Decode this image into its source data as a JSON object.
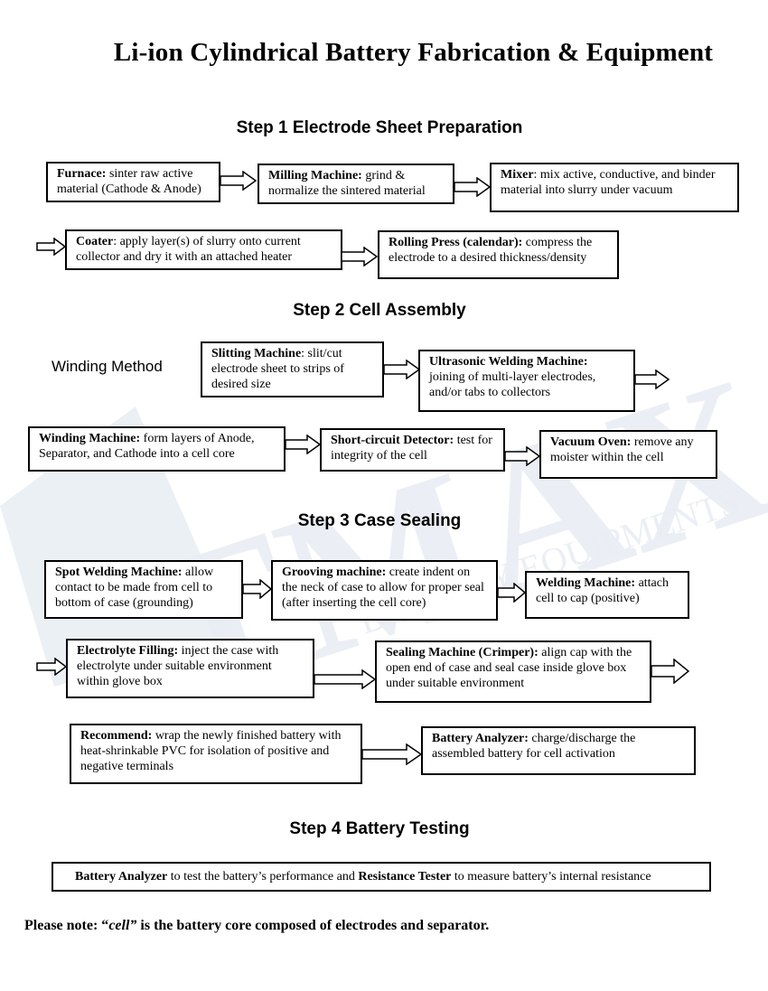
{
  "title": "Li-ion Cylindrical Battery Fabrication & Equipment",
  "watermark": {
    "brand": "TMAX",
    "sub": "BATTERY EQUIPMENTS",
    "color": "#e9eef4"
  },
  "steps": {
    "s1": "Step 1 Electrode Sheet Preparation",
    "s2": "Step 2 Cell Assembly",
    "s3": "Step 3 Case Sealing",
    "s4": "Step 4 Battery Testing"
  },
  "winding_method": "Winding Method",
  "boxes": {
    "furnace": {
      "name": "Furnace:",
      "desc": " sinter raw active material (Cathode & Anode)"
    },
    "milling": {
      "name": "Milling Machine:",
      "desc": " grind & normalize the sintered material"
    },
    "mixer": {
      "name": "Mixer",
      "desc": ": mix active, conductive, and binder material into slurry under vacuum"
    },
    "coater": {
      "name": "Coater",
      "desc": ": apply layer(s) of slurry onto current collector and dry it with an attached heater"
    },
    "rolling": {
      "name": "Rolling Press (calendar):",
      "desc": " compress the electrode to a desired thickness/density"
    },
    "slitting": {
      "name": "Slitting Machine",
      "desc": ": slit/cut electrode sheet to strips of desired size"
    },
    "ultrasonic": {
      "name": "Ultrasonic Welding Machine:",
      "desc": " joining of multi-layer electrodes, and/or tabs to collectors"
    },
    "winding": {
      "name": "Winding Machine:",
      "desc": " form layers of Anode, Separator, and Cathode into a cell core"
    },
    "short": {
      "name": "Short-circuit Detector:",
      "desc": " test for integrity of the cell"
    },
    "vacuum": {
      "name": "Vacuum Oven:",
      "desc": " remove any moister within the cell"
    },
    "spot": {
      "name": "Spot Welding Machine:",
      "desc": " allow contact to be made from cell to bottom of case (grounding)"
    },
    "grooving": {
      "name": "Grooving machine:",
      "desc": " create indent on the neck of case to allow for proper seal (after inserting the cell core)"
    },
    "welding": {
      "name": "Welding Machine:",
      "desc": " attach cell to cap (positive)"
    },
    "electrolyte": {
      "name": "Electrolyte Filling:",
      "desc": " inject the case with electrolyte under suitable environment within glove box"
    },
    "sealing": {
      "name": "Sealing Machine (Crimper):",
      "desc": " align cap with the open end of case and seal case inside glove box under suitable environment"
    },
    "recommend": {
      "name": "Recommend:",
      "desc": " wrap the newly finished battery with heat-shrinkable PVC for isolation of positive and negative terminals"
    },
    "analyzer": {
      "name": "Battery Analyzer:",
      "desc": " charge/discharge the assembled battery for cell activation"
    }
  },
  "testing": {
    "a": "Battery Analyzer",
    "b": " to test the battery’s performance and ",
    "c": "Resistance Tester",
    "d": " to measure battery’s internal resistance"
  },
  "note": {
    "pre": "Please note: “",
    "em": "cell”",
    "post": " is the battery core composed of electrodes and separator."
  }
}
